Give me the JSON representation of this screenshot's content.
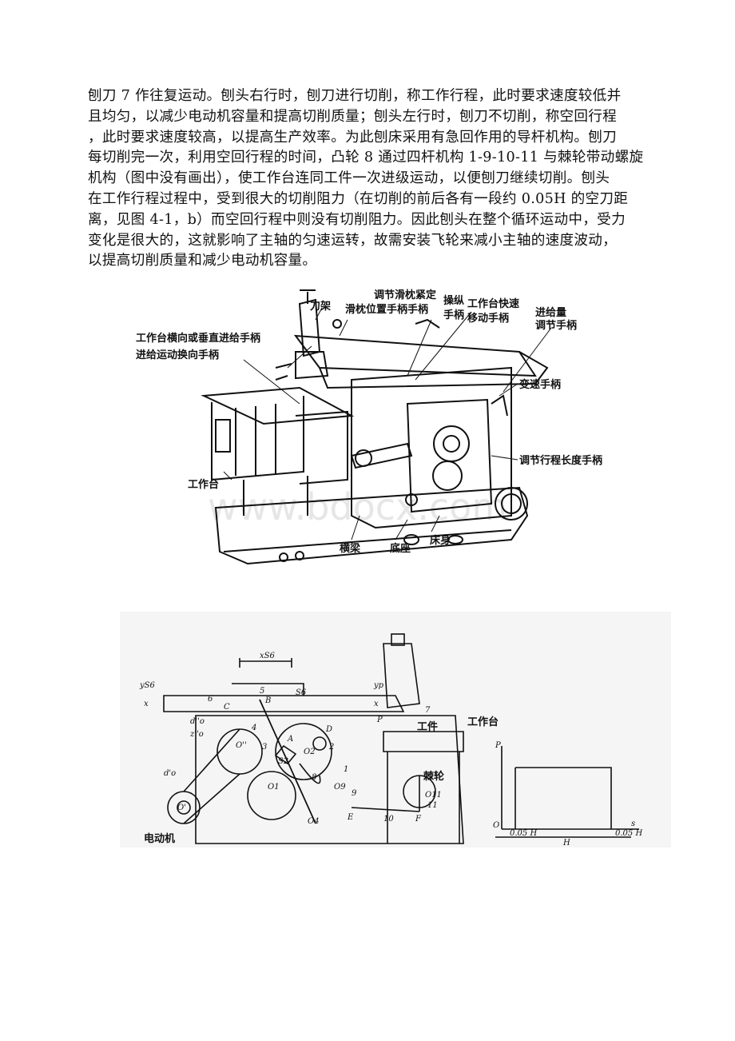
{
  "paragraph": "刨刀 7 作往复运动。刨头右行时，刨刀进行切削，称工作行程，此时要求速度较低并\n且均匀，以减少电动机容量和提高切削质量；刨头左行时，刨刀不切削，称空回行程\n，此时要求速度较高，以提高生产效率。为此刨床采用有急回作用的导杆机构。刨刀\n每切削完一次，利用空回行程的时间，凸轮 8 通过四杆机构 1-9-10-11 与棘轮带动螺旋\n机构（图中没有画出），使工作台连同工件一次进级运动，以便刨刀继续切削。刨头\n在工作行程过程中，受到很大的切削阻力（在切削的前后各有一段约 0.05H 的空刀距\n离，见图 4-1，b）而空回行程中则没有切削阻力。因此刨头在整个循环运动中，受力\n变化是很大的，这就影响了主轴的匀速运转，故需安装飞轮来减小主轴的速度波动，\n以提高切削质量和减少电动机容量。",
  "figure1": {
    "labels": {
      "tool_holder": "刀架",
      "ram_lock": "调节滑枕紧定",
      "ram_position": "滑枕位置手柄手柄",
      "control_1": "操纵",
      "control_2": "手柄",
      "table_fast_1": "工作台快速",
      "table_fast_2": "移动手柄",
      "feed_1": "进给量",
      "feed_2": "调节手柄",
      "table_feed": "工作台横向或垂直进给手柄",
      "feed_reverse": "进给运动换向手柄",
      "speed_change": "变速手柄",
      "stroke_length": "调节行程长度手柄",
      "table": "工作台",
      "crossbeam": "横梁",
      "base": "底座",
      "bed": "床身"
    },
    "watermark": "www.bdocx.com"
  },
  "figure2": {
    "labels": {
      "xs6": "xS6",
      "ys6": "yS6",
      "yp": "yp",
      "x_left": "x",
      "x_right": "x",
      "n6": "6",
      "n5": "5",
      "C": "C",
      "B": "B",
      "S6": "S6",
      "n7": "7",
      "P": "P",
      "workpiece": "工件",
      "table": "工作台",
      "n4": "4",
      "n3": "3",
      "A": "A",
      "D": "D",
      "n2": "2",
      "n1": "1",
      "n8": "8",
      "n9": "9",
      "O9": "O9",
      "O2": "O2",
      "O1": "O1",
      "O4": "O4",
      "E": "E",
      "n10": "10",
      "F": "F",
      "O11": "O11",
      "n11": "11",
      "ratchet": "棘轮",
      "do2": "d''o",
      "zo2": "z''o",
      "O2pp": "O''",
      "do1": "d'o",
      "O0": "O'",
      "motor": "电动机",
      "S2": "S2",
      "plot_P": "P",
      "plot_O": "O",
      "plot_s": "s",
      "plot_005H_left": "0.05 H",
      "plot_H": "H",
      "plot_005H_right": "0.05 H"
    }
  }
}
